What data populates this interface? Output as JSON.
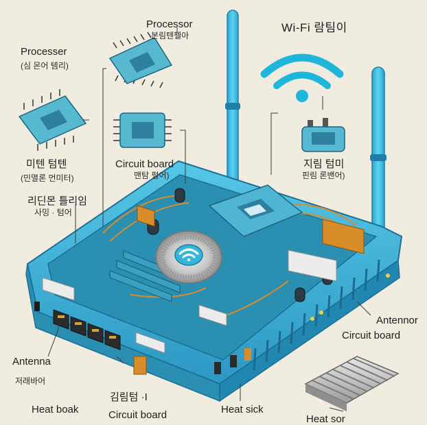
{
  "labels": {
    "processor_top": "Processor",
    "processor_top_sub": "본림텐펠아",
    "wifi_title": "Wi-Fi 람팀이",
    "processor_left": "Processer",
    "processor_left_sub": "(심 몬어 템리)",
    "left_mid_1": "미텐 텀텐",
    "left_mid_1_sub": "(민멸론 먼미터)",
    "circuit_board_mid": "Circuit board",
    "circuit_board_mid_sub": "맨탐 펄어)",
    "right_mid": "지림 텀미",
    "right_mid_sub": "핀림 론밴어)",
    "left_mid_2": "리딘몬 틀리임",
    "left_mid_2_sub": "사밍 · 텀어",
    "antennor": "Antennor",
    "circuit_board_right": "Circuit board",
    "antenna": "Antenna",
    "antenna_sub": "저래바어",
    "heat_boak": "Heat boak",
    "bottom_mid": "김림텀 ·I",
    "circuit_board_bottom": "Circuit board",
    "heat_sick": "Heat sick",
    "heat_sor": "Heat sor"
  },
  "colors": {
    "background": "#f1ece0",
    "router_body": "#3bb8dc",
    "router_dark": "#1f7ea8",
    "board": "#2a8fb0",
    "antenna": "#3cc1e6",
    "wifi_symbol": "#1fb6dc",
    "chip": "#56b9cf",
    "copper": "#d98c2a",
    "heatsink": "#bfbfbf",
    "leader_line": "#3a3a3a"
  },
  "icons": {
    "wifi": "wifi-icon",
    "processor_chip": "processor-chip-icon",
    "power_plug": "power-plug-icon",
    "heat_sink": "heat-sink-icon",
    "fan": "fan-icon"
  }
}
